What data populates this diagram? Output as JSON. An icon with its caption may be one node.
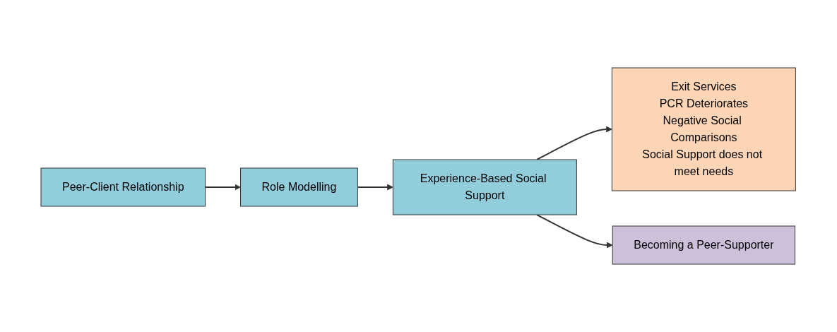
{
  "diagram": {
    "nodes": [
      {
        "text": [
          "Peer-Client Relationship"
        ]
      },
      {
        "text": [
          "Role Modelling"
        ]
      },
      {
        "text": [
          "Experience-Based Social Support"
        ]
      },
      {
        "text": [
          "Exit Services",
          "PCR Deteriorates",
          "Negative Social Comparisons",
          "Social Support does not meet needs"
        ]
      },
      {
        "text": [
          "Becoming a Peer-Supporter"
        ]
      }
    ],
    "edges": [
      {
        "from": 0,
        "to": 1,
        "arrow": "to"
      },
      {
        "from": 1,
        "to": 2,
        "arrow": "to"
      },
      {
        "from": 2,
        "to": 3,
        "arrow": "to"
      },
      {
        "from": 2,
        "to": 4,
        "arrow": "to"
      }
    ]
  }
}
